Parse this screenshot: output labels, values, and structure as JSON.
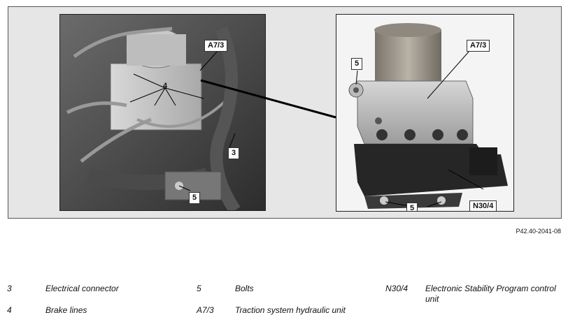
{
  "figure": {
    "left_callouts": {
      "a7_3": "A7/3",
      "four": "4",
      "three": "3",
      "five": "5"
    },
    "right_callouts": {
      "five_top": "5",
      "a7_3": "A7/3",
      "n30_4": "N30/4",
      "five_bottom": "5"
    },
    "figure_id": "P42.40-2041-08"
  },
  "legend": [
    {
      "code": "3",
      "text": "Electrical connector"
    },
    {
      "code": "4",
      "text": "Brake lines"
    },
    {
      "code": "5",
      "text": "Bolts"
    },
    {
      "code": "A7/3",
      "text": "Traction system hydraulic unit"
    },
    {
      "code": "N30/4",
      "text": "Electronic Stability Program control unit"
    }
  ]
}
